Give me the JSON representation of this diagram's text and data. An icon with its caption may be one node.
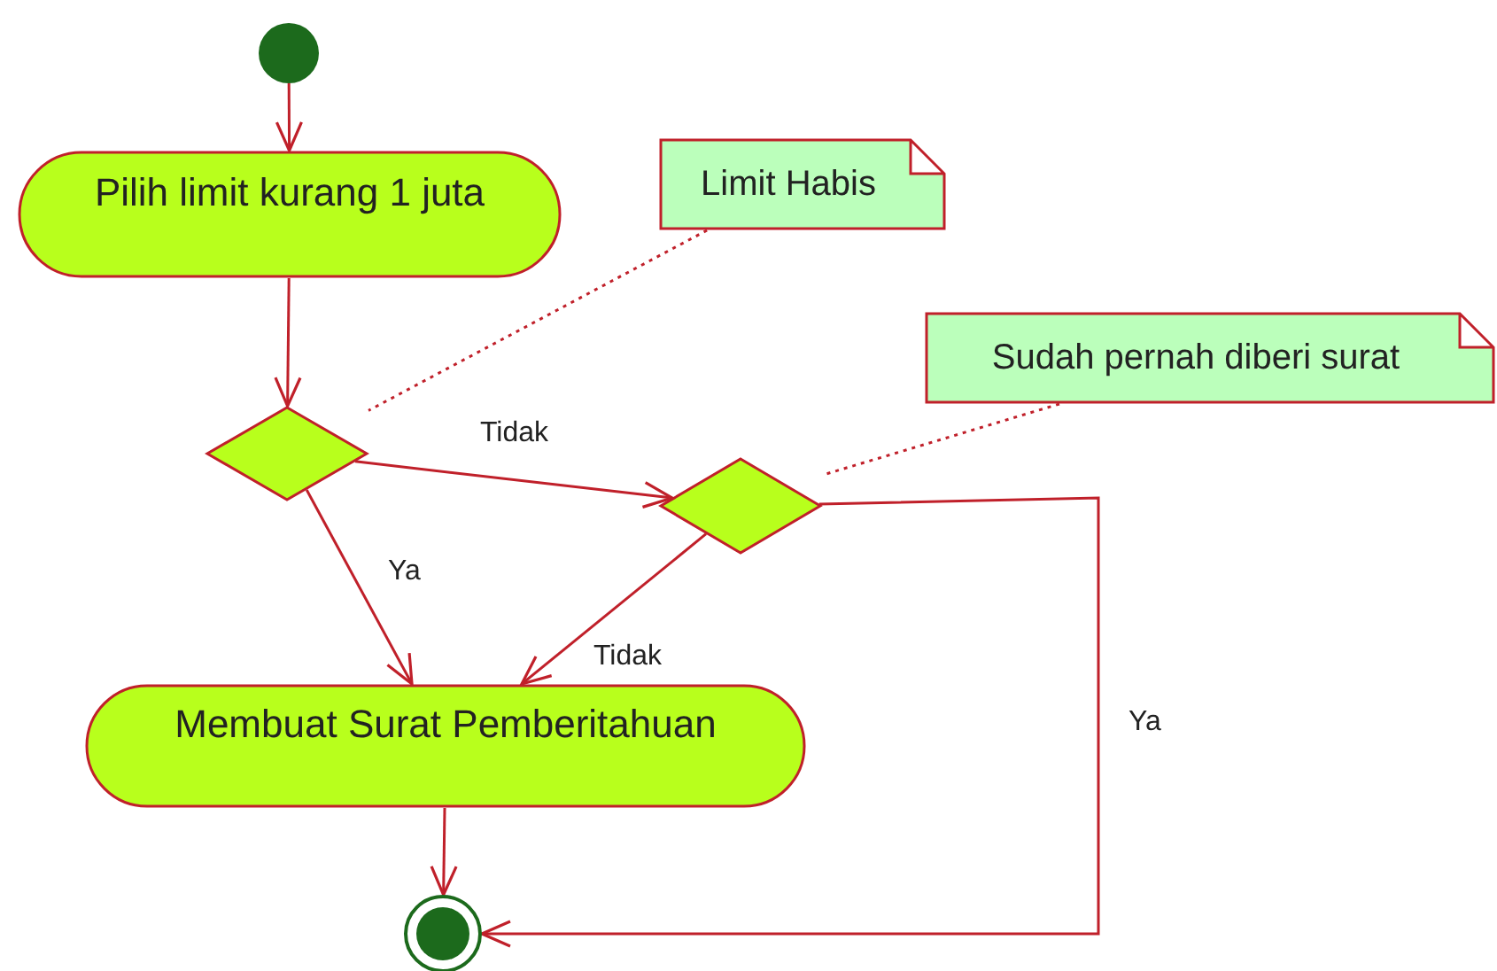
{
  "diagram": {
    "nodes": [
      {
        "text": [],
        "shape": "circle"
      },
      {
        "text": [
          "Pilih limit kurang 1 juta"
        ]
      },
      {
        "text": [
          "Limit Habis"
        ]
      },
      {
        "text": [],
        "shape": "diamond"
      },
      {
        "text": [
          "Sudah pernah diberi surat"
        ]
      },
      {
        "text": [],
        "shape": "diamond"
      },
      {
        "text": [
          "Membuat Surat Pemberitahuan"
        ]
      },
      {
        "text": [],
        "shape": "circle"
      }
    ],
    "edges": [
      {
        "from": 0,
        "to": 1,
        "arrow": "to"
      },
      {
        "from": 1,
        "to": 3,
        "arrow": "to"
      },
      {
        "from": 3,
        "to": 5,
        "arrow": "to",
        "label": "Tidak"
      },
      {
        "from": 3,
        "to": 6,
        "arrow": "to",
        "label": "Ya"
      },
      {
        "from": 5,
        "to": 6,
        "arrow": "to",
        "label": "Tidak"
      },
      {
        "from": 5,
        "to": 7,
        "arrow": "to",
        "label": "Ya"
      },
      {
        "from": 6,
        "to": 7,
        "arrow": "to"
      },
      {
        "from": 2,
        "to": 3,
        "arrow": "none",
        "style": "dashed"
      },
      {
        "from": 4,
        "to": 5,
        "arrow": "none",
        "style": "dashed"
      }
    ]
  }
}
